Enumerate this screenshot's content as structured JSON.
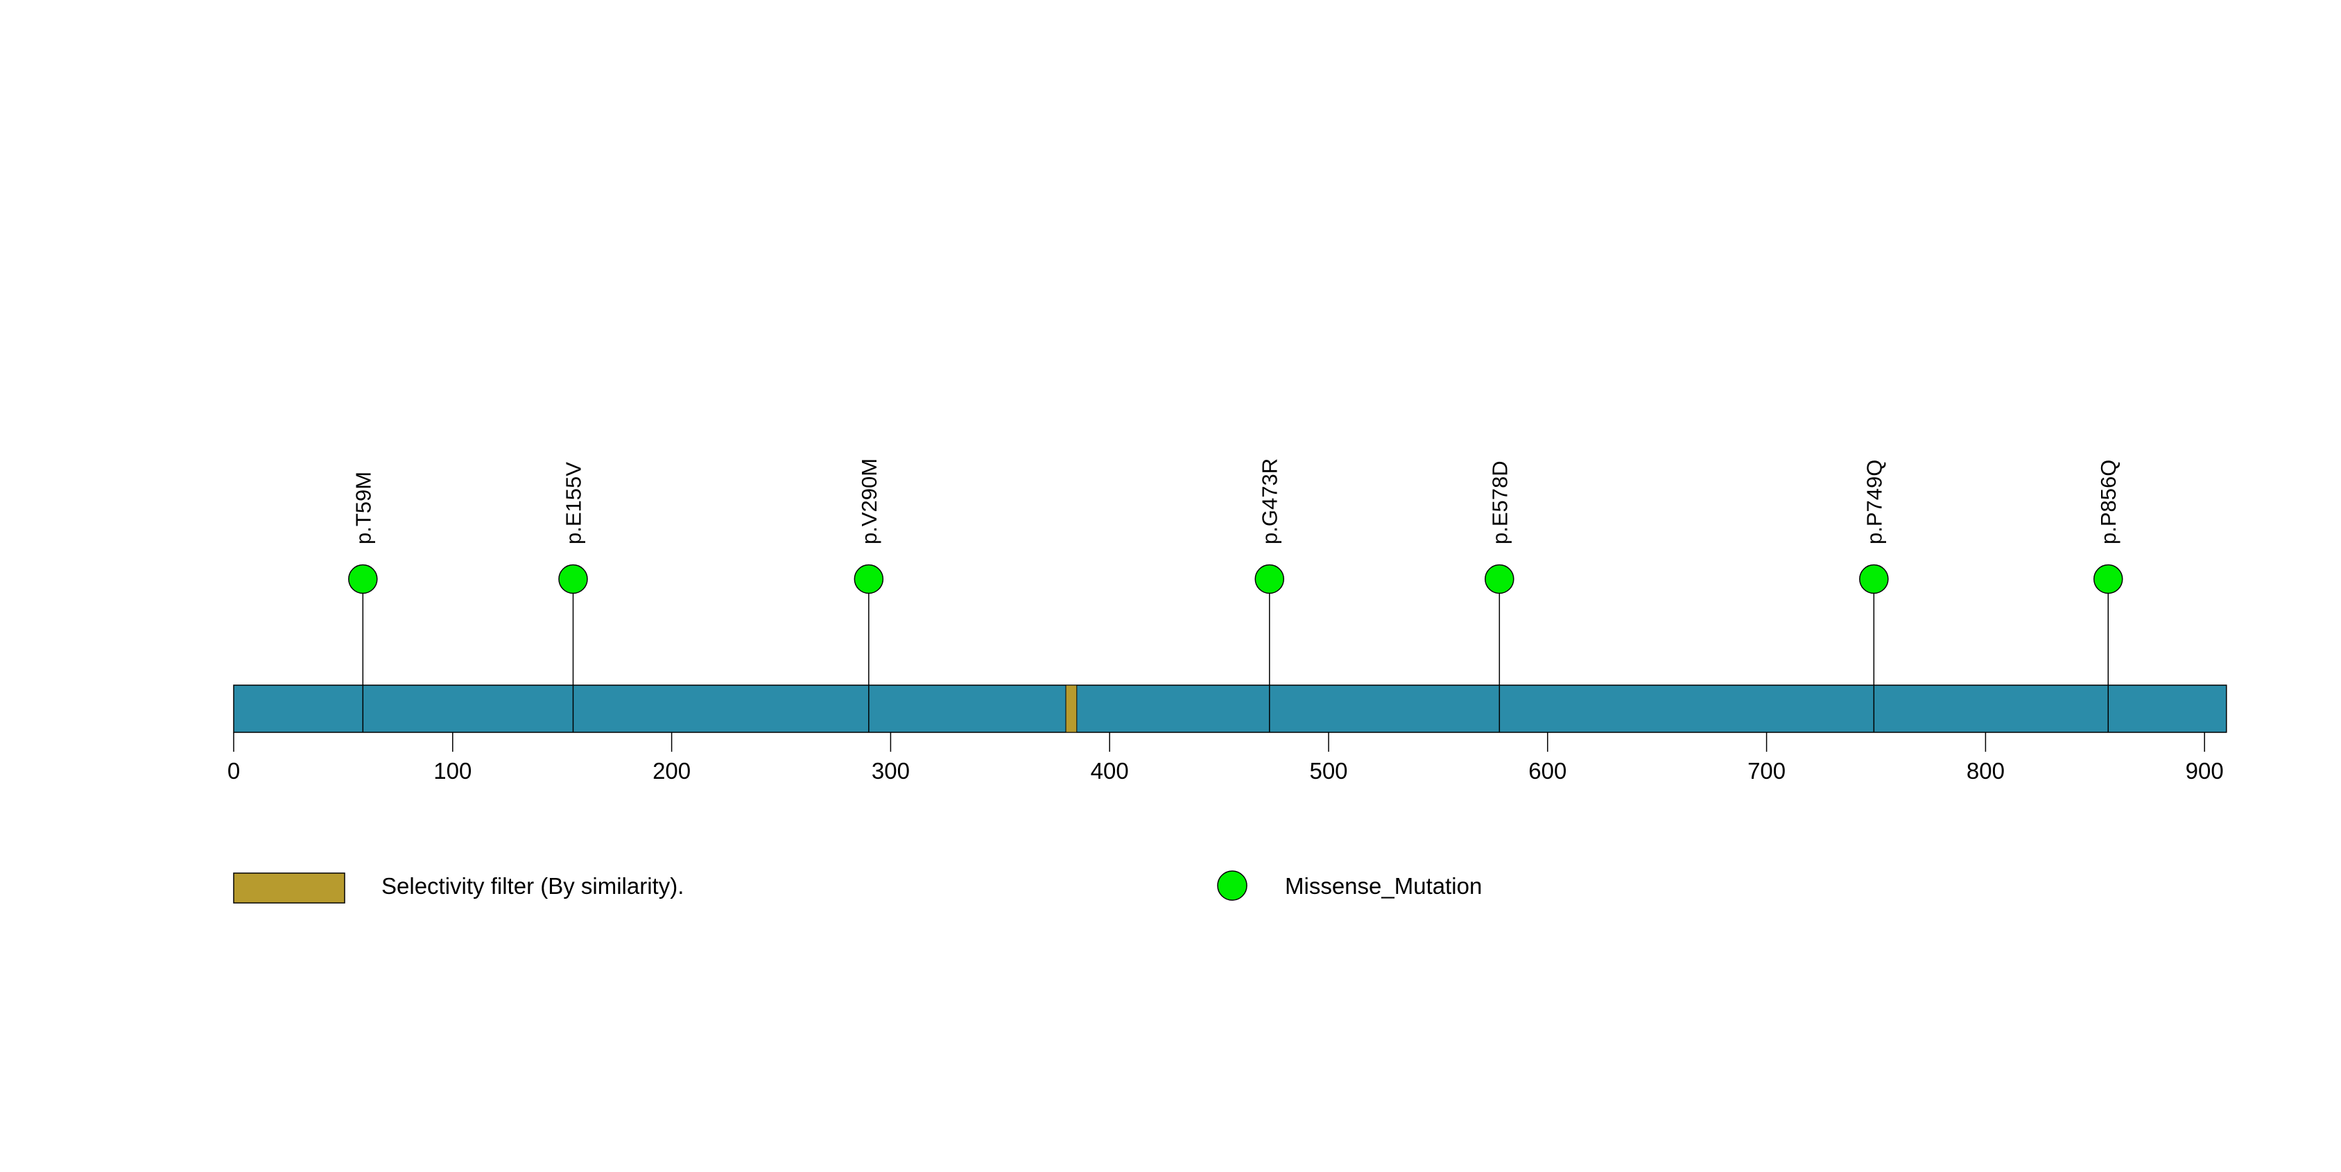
{
  "chart_data": {
    "type": "lollipop",
    "title": "",
    "xlabel": "",
    "ylabel": "",
    "xlim": [
      0,
      910
    ],
    "grid": false,
    "protein": {
      "length": 910,
      "backbone_color": "#2B8CA9"
    },
    "features": [
      {
        "name": "Selectivity filter (By similarity).",
        "start": 380,
        "end": 385,
        "color": "#B79B2E"
      }
    ],
    "mutations": [
      {
        "label": "p.T59M",
        "position": 59,
        "type": "Missense_Mutation"
      },
      {
        "label": "p.E155V",
        "position": 155,
        "type": "Missense_Mutation"
      },
      {
        "label": "p.V290M",
        "position": 290,
        "type": "Missense_Mutation"
      },
      {
        "label": "p.G473R",
        "position": 473,
        "type": "Missense_Mutation"
      },
      {
        "label": "p.E578D",
        "position": 578,
        "type": "Missense_Mutation"
      },
      {
        "label": "p.P749Q",
        "position": 749,
        "type": "Missense_Mutation"
      },
      {
        "label": "p.P856Q",
        "position": 856,
        "type": "Missense_Mutation"
      }
    ],
    "mutation_color": "#00EE00",
    "axis": {
      "ticks": [
        0,
        100,
        200,
        300,
        400,
        500,
        600,
        700,
        800,
        900
      ]
    },
    "legend": [
      {
        "swatch": "rect",
        "color": "#B79B2E",
        "label": "Selectivity filter (By similarity)."
      },
      {
        "swatch": "circle",
        "color": "#00EE00",
        "label": "Missense_Mutation"
      }
    ]
  }
}
